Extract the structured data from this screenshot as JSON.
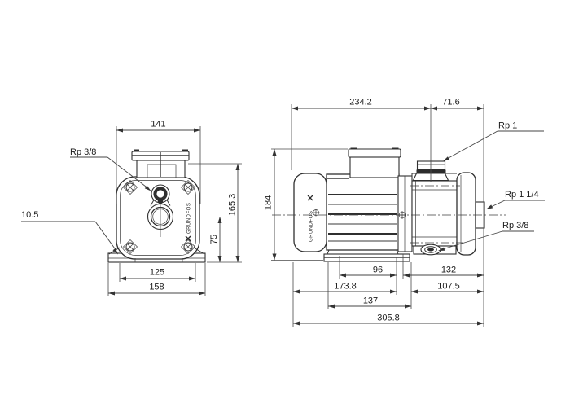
{
  "drawing": {
    "brand": "GRUNDFOS",
    "front_view": {
      "dims": {
        "top_width": "141",
        "total_height": "165.3",
        "port_height": "75",
        "bolt_spacing": "125",
        "base_width": "158",
        "foot_detail": "10.5"
      },
      "labels": {
        "port": "Rp 3/8"
      }
    },
    "side_view": {
      "dims": {
        "rear_to_port": "234.2",
        "port_to_end": "71.6",
        "height": "184",
        "foot_front": "96",
        "head_length": "132",
        "motor_length": "173.8",
        "head_offset": "107.5",
        "base_length": "137",
        "total_length": "305.8"
      },
      "labels": {
        "discharge_port": "Rp 1",
        "suction_port": "Rp 1 1/4",
        "drain_port": "Rp 3/8"
      }
    }
  }
}
